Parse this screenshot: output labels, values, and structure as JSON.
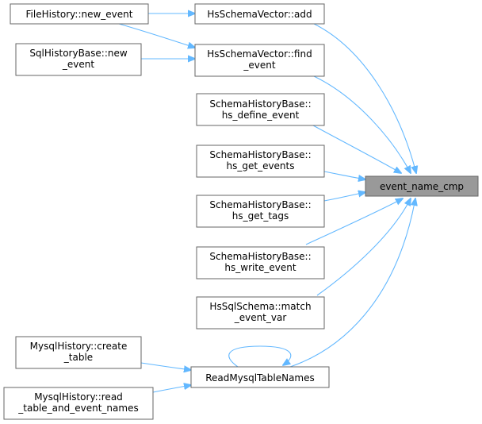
{
  "colors": {
    "edge": "#63b8ff",
    "node_border": "#666666",
    "highlight_fill": "#999999"
  },
  "nodes": {
    "event_name_cmp": [
      "event_name_cmp"
    ],
    "hsschemavector_add": [
      "HsSchemaVector::add"
    ],
    "hsschemavector_find_event": [
      "HsSchemaVector::find",
      "_event"
    ],
    "schemahistorybase_hs_define_event": [
      "SchemaHistoryBase::",
      "hs_define_event"
    ],
    "schemahistorybase_hs_get_events": [
      "SchemaHistoryBase::",
      "hs_get_events"
    ],
    "schemahistorybase_hs_get_tags": [
      "SchemaHistoryBase::",
      "hs_get_tags"
    ],
    "schemahistorybase_hs_write_event": [
      "SchemaHistoryBase::",
      "hs_write_event"
    ],
    "hssqlschema_match_event_var": [
      "HsSqlSchema::match",
      "_event_var"
    ],
    "readmysqltablenames": [
      "ReadMysqlTableNames"
    ],
    "filehistory_new_event": [
      "FileHistory::new_event"
    ],
    "sqlhistorybase_new_event": [
      "SqlHistoryBase::new",
      "_event"
    ],
    "mysqlhistory_create_table": [
      "MysqlHistory::create",
      "_table"
    ],
    "mysqlhistory_read_table_and_event_names": [
      "MysqlHistory::read",
      "_table_and_event_names"
    ]
  },
  "edges": [
    [
      "hsschemavector_add",
      "event_name_cmp"
    ],
    [
      "hsschemavector_find_event",
      "event_name_cmp"
    ],
    [
      "schemahistorybase_hs_define_event",
      "event_name_cmp"
    ],
    [
      "schemahistorybase_hs_get_events",
      "event_name_cmp"
    ],
    [
      "schemahistorybase_hs_get_tags",
      "event_name_cmp"
    ],
    [
      "schemahistorybase_hs_write_event",
      "event_name_cmp"
    ],
    [
      "hssqlschema_match_event_var",
      "event_name_cmp"
    ],
    [
      "readmysqltablenames",
      "event_name_cmp"
    ],
    [
      "readmysqltablenames",
      "readmysqltablenames"
    ],
    [
      "filehistory_new_event",
      "hsschemavector_add"
    ],
    [
      "filehistory_new_event",
      "hsschemavector_find_event"
    ],
    [
      "sqlhistorybase_new_event",
      "hsschemavector_find_event"
    ],
    [
      "mysqlhistory_create_table",
      "readmysqltablenames"
    ],
    [
      "mysqlhistory_read_table_and_event_names",
      "readmysqltablenames"
    ]
  ]
}
